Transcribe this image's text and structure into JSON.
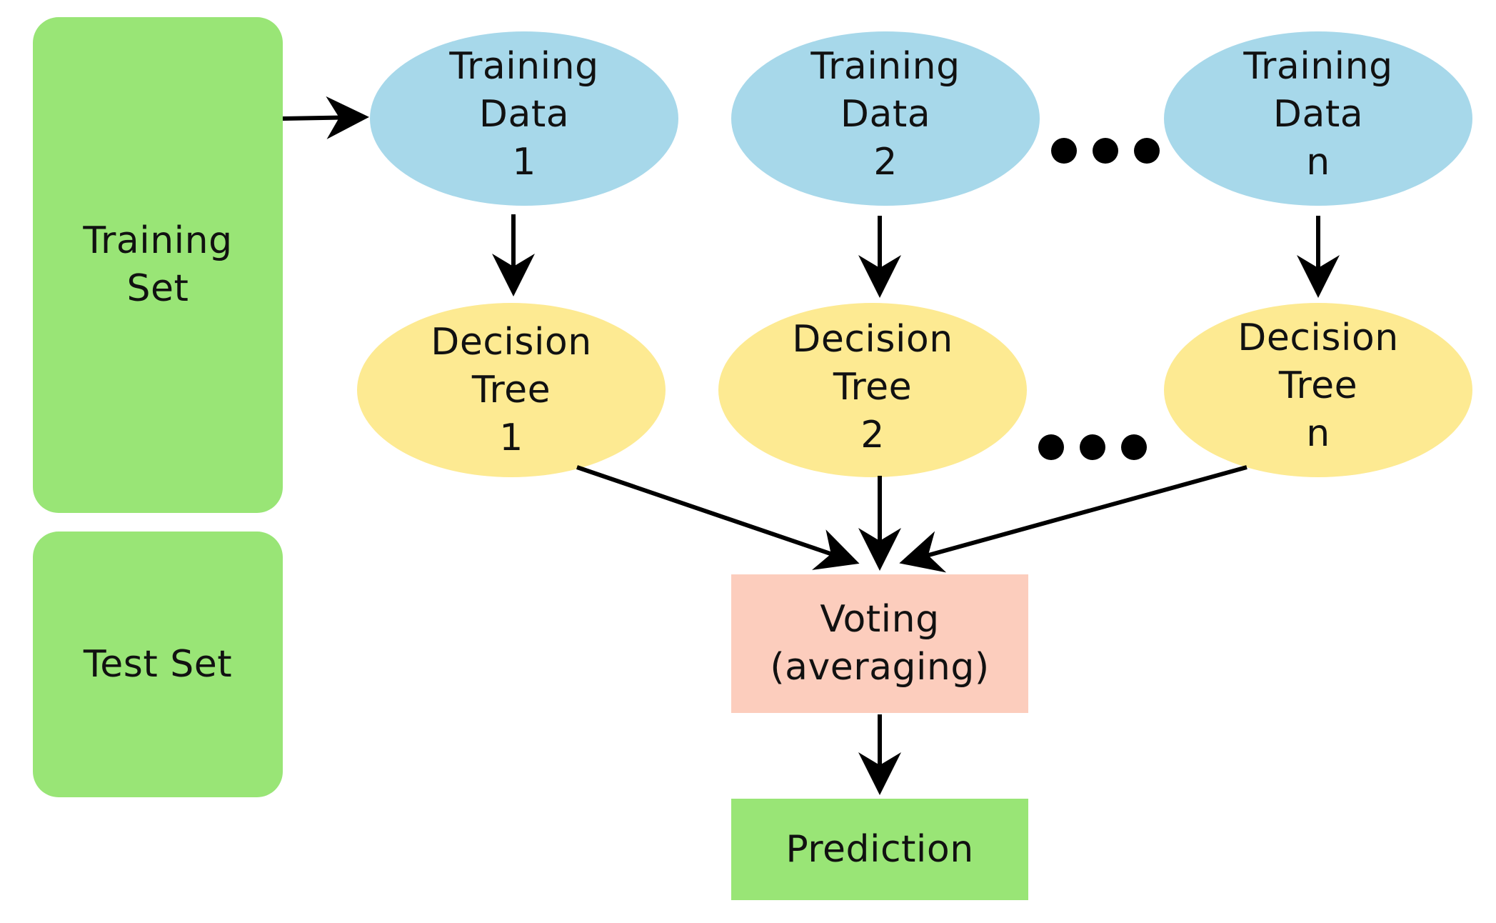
{
  "colors": {
    "set_box": "#99e576",
    "training_data": "#a7d8ea",
    "decision_tree": "#fdea92",
    "voting": "#fccdbd",
    "prediction": "#99e576",
    "arrow": "#000000"
  },
  "training_set": {
    "line1": "Training",
    "line2": "Set"
  },
  "test_set": {
    "label": "Test Set"
  },
  "training_data": [
    {
      "line1": "Training",
      "line2": "Data",
      "line3": "1"
    },
    {
      "line1": "Training",
      "line2": "Data",
      "line3": "2"
    },
    {
      "line1": "Training",
      "line2": "Data",
      "line3": "n"
    }
  ],
  "decision_trees": [
    {
      "line1": "Decision",
      "line2": "Tree",
      "line3": "1"
    },
    {
      "line1": "Decision",
      "line2": "Tree",
      "line3": "2"
    },
    {
      "line1": "Decision",
      "line2": "Tree",
      "line3": "n"
    }
  ],
  "voting": {
    "line1": "Voting",
    "line2": "(averaging)"
  },
  "prediction": {
    "label": "Prediction"
  }
}
